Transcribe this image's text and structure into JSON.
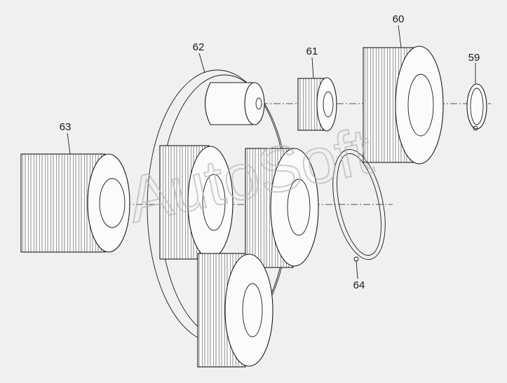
{
  "drawing": {
    "watermark": "AutoSoft",
    "callouts": [
      "59",
      "60",
      "61",
      "62",
      "63",
      "64"
    ]
  },
  "colors": {
    "background": "#f0f0f0",
    "line": "#1b1b1b",
    "watermark": "#b9b9b9"
  }
}
